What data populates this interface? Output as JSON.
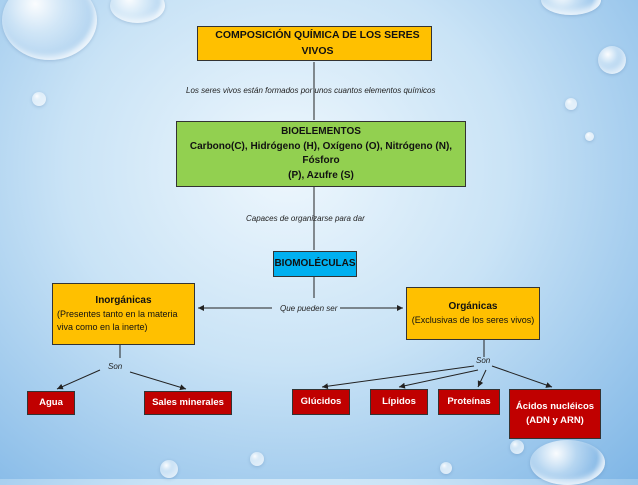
{
  "title": "COMPOSICIÓN QUÍMICA DE LOS SERES VIVOS",
  "link1": "Los seres vivos están formados por unos cuantos elementos químicos",
  "bioelementos": {
    "title": "BIOELEMENTOS",
    "line1": "Carbono(C), Hidrógeno (H), Oxígeno (O), Nitrógeno (N), Fósforo",
    "line2": "(P), Azufre (S)"
  },
  "link2": "Capaces de organizarse para dar",
  "biomoleculas": "BIOMOLÉCULAS",
  "link3": "Que pueden ser",
  "inorganicas": {
    "title": "Inorgánicas",
    "line1": "(Presentes tanto en la materia",
    "line2": "viva como en la inerte)"
  },
  "organicas": {
    "title": "Orgánicas",
    "line1": "(Exclusivas de los seres vivos)"
  },
  "son_left": "Son",
  "son_right": "Son",
  "leaves": {
    "agua": "Agua",
    "sales": "Sales minerales",
    "glucidos": "Glúcidos",
    "lipidos": "Lípidos",
    "proteinas": "Proteínas",
    "acidos_line1": "Ácidos nucléicos",
    "acidos_line2": "(ADN y ARN)"
  },
  "colors": {
    "title_box": "#ffc000",
    "bioelementos_box": "#92d050",
    "biomoleculas_box": "#00b0f0",
    "leaf_box": "#c00000"
  }
}
